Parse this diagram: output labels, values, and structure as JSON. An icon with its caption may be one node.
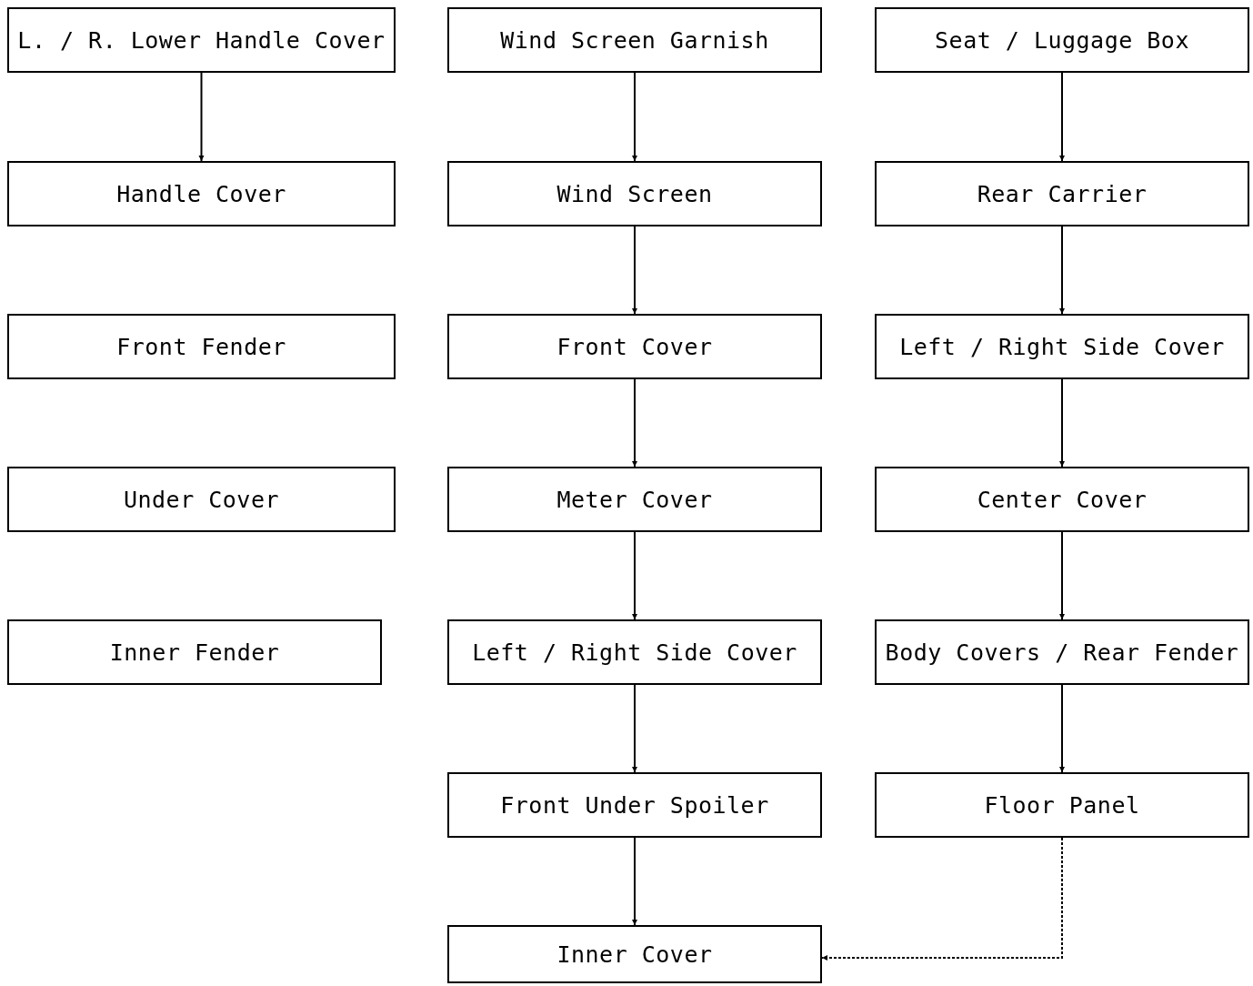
{
  "diagram": {
    "nodes": [
      {
        "text": [
          "L. / R. Lower Handle Cover"
        ]
      },
      {
        "text": [
          "Handle Cover"
        ]
      },
      {
        "text": [
          "Front Fender"
        ]
      },
      {
        "text": [
          "Under Cover"
        ]
      },
      {
        "text": [
          "Inner Fender"
        ]
      },
      {
        "text": [
          "Wind Screen Garnish"
        ]
      },
      {
        "text": [
          "Wind Screen"
        ]
      },
      {
        "text": [
          "Front Cover"
        ]
      },
      {
        "text": [
          "Meter Cover"
        ]
      },
      {
        "text": [
          "Left / Right Side Cover"
        ]
      },
      {
        "text": [
          "Front Under Spoiler"
        ]
      },
      {
        "text": [
          "Inner Cover"
        ]
      },
      {
        "text": [
          "Seat / Luggage Box"
        ]
      },
      {
        "text": [
          "Rear Carrier"
        ]
      },
      {
        "text": [
          "Left / Right Side Cover"
        ]
      },
      {
        "text": [
          "Center Cover"
        ]
      },
      {
        "text": [
          "Body Covers / Rear Fender"
        ]
      },
      {
        "text": [
          "Floor Panel"
        ]
      }
    ],
    "edges": [
      {
        "from": 0,
        "to": 1,
        "arrow": "to"
      },
      {
        "from": 5,
        "to": 6,
        "arrow": "to"
      },
      {
        "from": 6,
        "to": 7,
        "arrow": "to"
      },
      {
        "from": 7,
        "to": 8,
        "arrow": "to"
      },
      {
        "from": 8,
        "to": 9,
        "arrow": "to"
      },
      {
        "from": 9,
        "to": 10,
        "arrow": "to"
      },
      {
        "from": 10,
        "to": 11,
        "arrow": "to"
      },
      {
        "from": 12,
        "to": 13,
        "arrow": "to"
      },
      {
        "from": 13,
        "to": 14,
        "arrow": "to"
      },
      {
        "from": 14,
        "to": 15,
        "arrow": "to"
      },
      {
        "from": 15,
        "to": 16,
        "arrow": "to"
      },
      {
        "from": 16,
        "to": 17,
        "arrow": "to"
      },
      {
        "from": 17,
        "to": 11,
        "arrow": "to",
        "style": "dashed"
      }
    ]
  }
}
